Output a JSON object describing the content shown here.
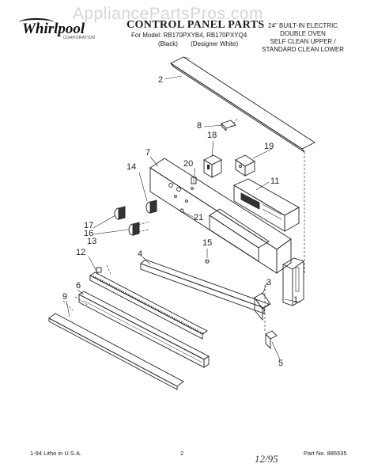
{
  "watermark": "AppliancePartsPros.com",
  "brand": {
    "logo_text": "Whirlpool",
    "logo_subtext": "CORPORATION"
  },
  "header": {
    "title": "CONTROL PANEL PARTS",
    "model_line": "For Model: RB170PXYB4, RB170PXYQ4",
    "variants": [
      "(Black)",
      "(Designer White)"
    ],
    "description": [
      "24\" BUILT-IN ELECTRIC",
      "DOUBLE OVEN",
      "SELF CLEAN UPPER /",
      "STANDARD CLEAN LOWER"
    ]
  },
  "callouts": [
    "1",
    "2",
    "3",
    "4",
    "5",
    "6",
    "7",
    "8",
    "9",
    "11",
    "12",
    "13",
    "14",
    "15",
    "16",
    "17",
    "18",
    "19",
    "20",
    "21"
  ],
  "footer": {
    "left": "1-94 Litho in U.S.A.",
    "page": "2",
    "handwritten": "12/95",
    "part_no": "Part No. 885535"
  }
}
